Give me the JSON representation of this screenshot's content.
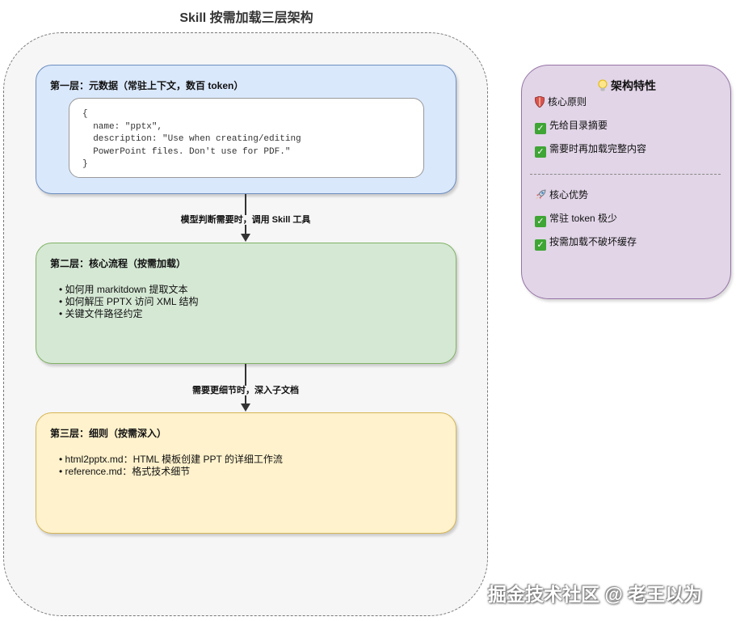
{
  "title": "Skill 按需加载三层架构",
  "layers": [
    {
      "title": "第一层：元数据（常驻上下文，数百 token）",
      "code": "{\n  name: \"pptx\",\n  description: \"Use when creating/editing\n  PowerPoint files. Don't use for PDF.\"\n}"
    },
    {
      "title": "第二层：核心流程（按需加载）",
      "bullets": [
        "• 如何用 markitdown 提取文本",
        "• 如何解压 PPTX 访问 XML 结构",
        "• 关键文件路径约定"
      ]
    },
    {
      "title": "第三层：细则（按需深入）",
      "bullets": [
        "• html2pptx.md：HTML 模板创建 PPT 的详细工作流",
        "• reference.md：格式技术细节"
      ]
    }
  ],
  "arrows": [
    {
      "label": "模型判断需要时，调用 Skill 工具"
    },
    {
      "label": "需要更细节时，深入子文档"
    }
  ],
  "panel": {
    "title": "架构特性",
    "icon": "lightbulb-icon",
    "principles_label": "核心原则",
    "principles_icon": "shield-icon",
    "principles": [
      "先给目录摘要",
      "需要时再加载完整内容"
    ],
    "advantages_label": "核心优势",
    "advantages_icon": "rocket-icon",
    "advantages": [
      "常驻 token 极少",
      "按需加载不破坏缓存"
    ],
    "check_icon": "check-icon"
  },
  "watermark": "掘金技术社区 @ 老王以为",
  "colors": {
    "layer1": "#dae8fc",
    "layer2": "#d5e8d4",
    "layer3": "#fff2cc",
    "panel": "#e1d5e7"
  }
}
